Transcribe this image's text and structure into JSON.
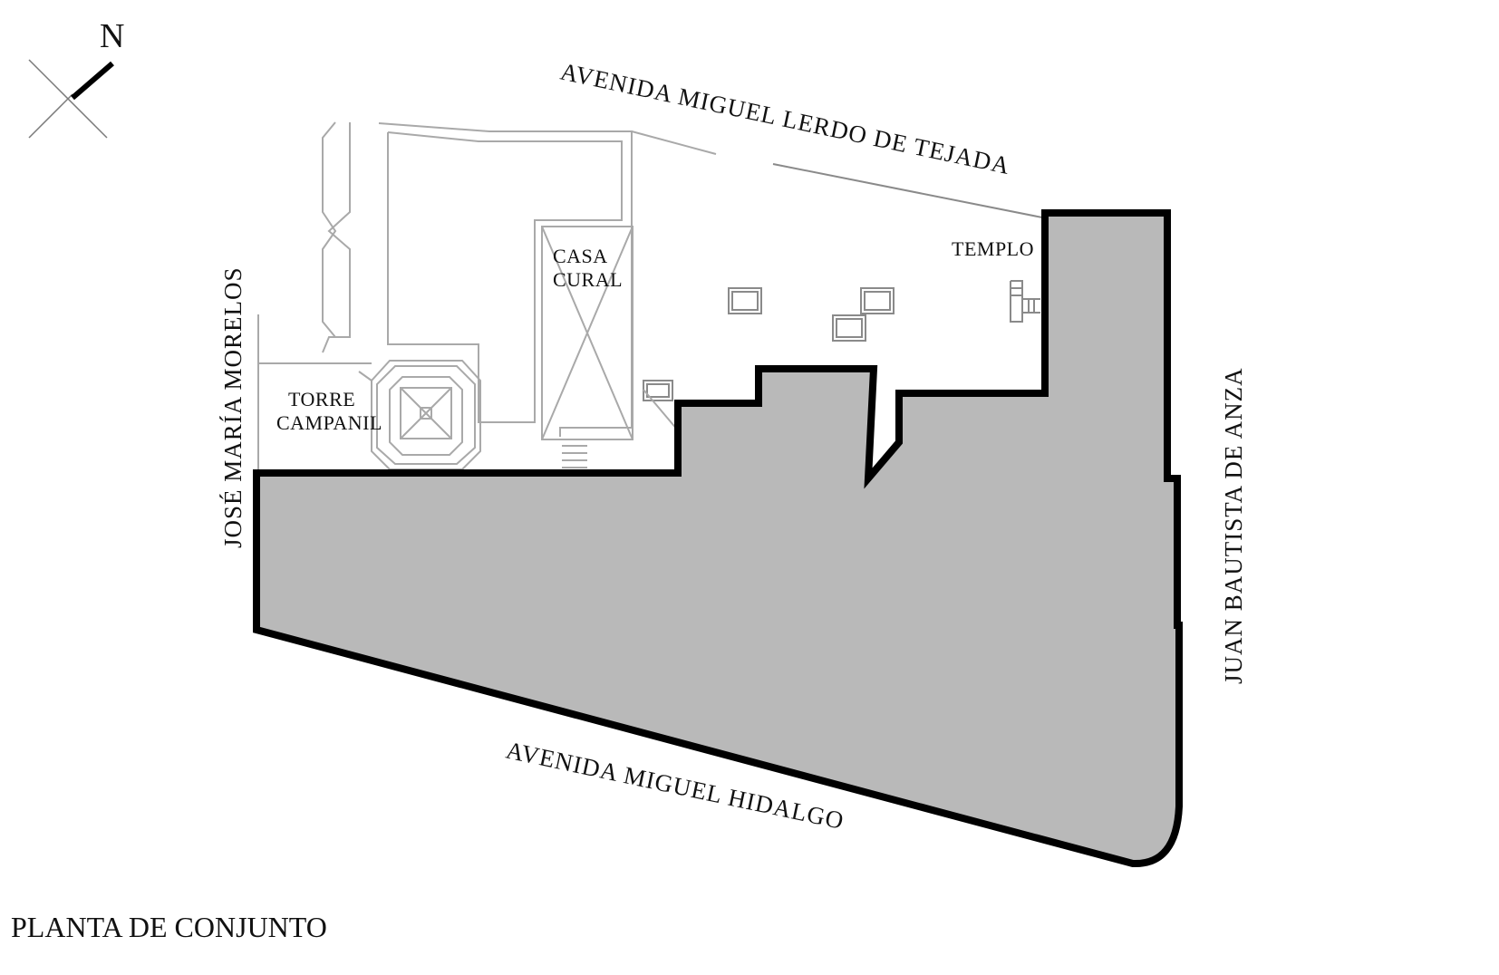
{
  "north_label": "N",
  "streets": {
    "north": "AVENIDA MIGUEL LERDO DE TEJADA",
    "south": "AVENIDA MIGUEL HIDALGO",
    "west": "JOSÉ MARÍA MORELOS",
    "east": "JUAN BAUTISTA DE ANZA"
  },
  "buildings": {
    "casa_cural": [
      "CASA",
      "CURAL"
    ],
    "templo": "TEMPLO",
    "torre_campanil": [
      "TORRE",
      "CAMPANIL"
    ]
  },
  "plan_title": "PLANTA DE CONJUNTO",
  "colors": {
    "site_fill": "#b9b9b9",
    "site_outline": "#000000",
    "building_lines": "#a9a9a9"
  }
}
